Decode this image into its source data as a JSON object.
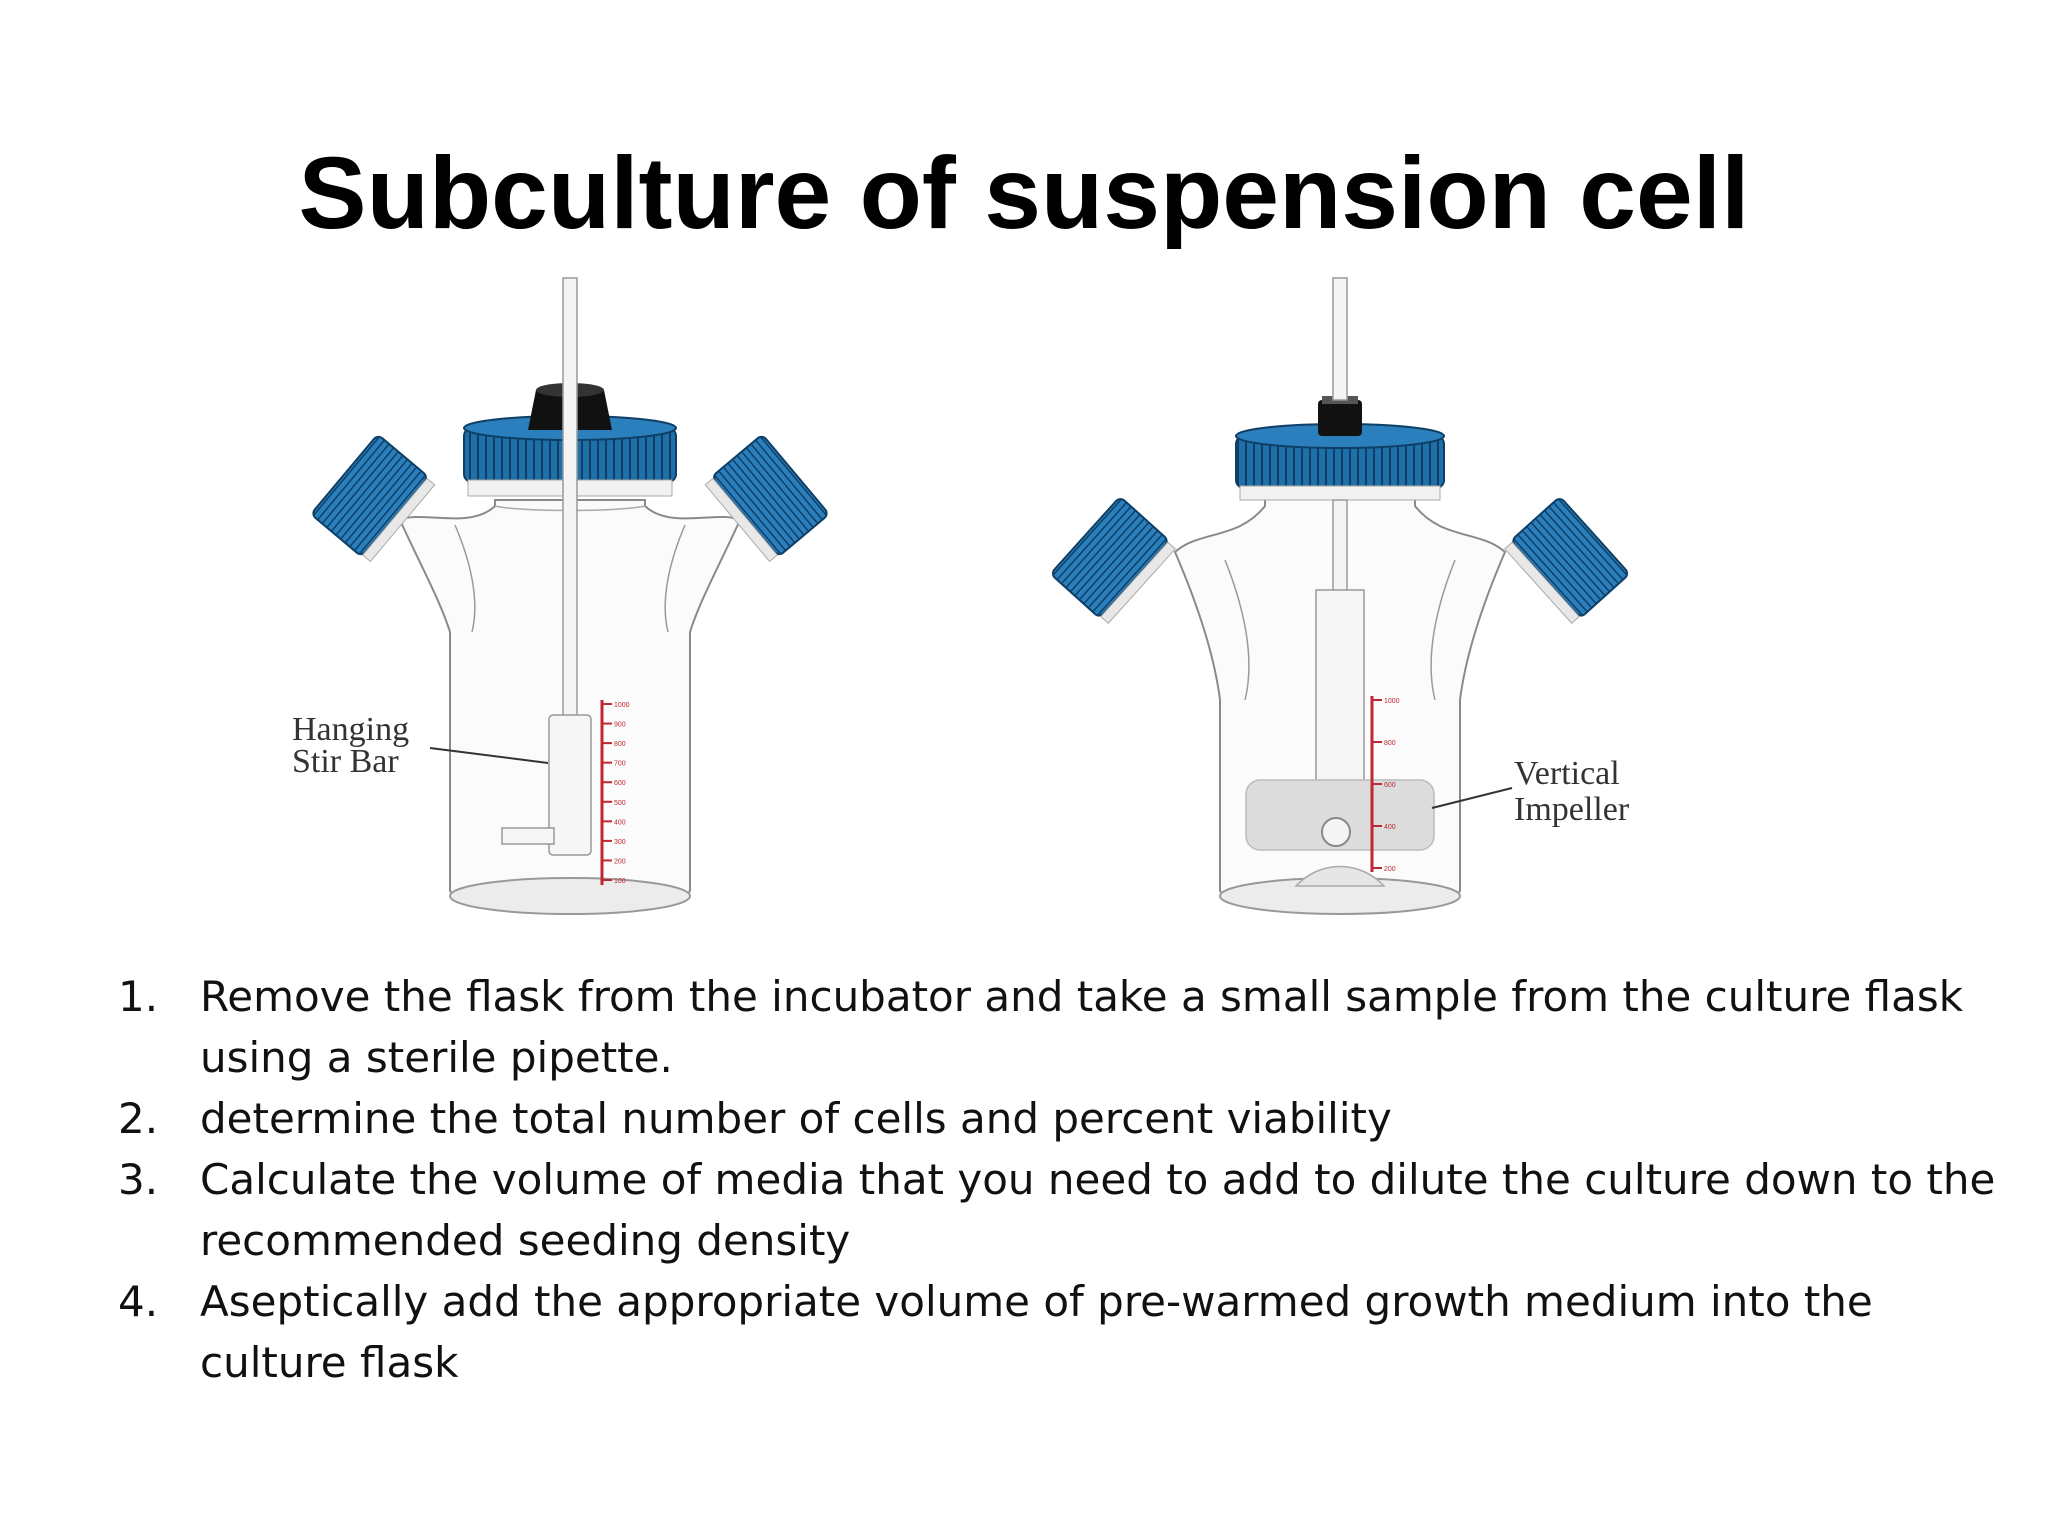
{
  "slide": {
    "title": "Subculture of suspension cell"
  },
  "figure": {
    "left_flask": {
      "label_line1": "Hanging",
      "label_line2": "Stir Bar",
      "scale_ticks": [
        "1000",
        "900",
        "800",
        "700",
        "600",
        "500",
        "400",
        "300",
        "200",
        "100"
      ]
    },
    "right_flask": {
      "label_line1": "Vertical",
      "label_line2": "Impeller",
      "scale_ticks": [
        "1000",
        "800",
        "600",
        "400",
        "200"
      ]
    },
    "colors": {
      "cap_blue": "#1f6fa8",
      "cap_dark": "#0e3f66",
      "scale_red": "#c0282f",
      "glass_outline": "#8a8a8a"
    }
  },
  "steps": [
    {
      "number": "1.",
      "text": "Remove the flask from the incubator and take a small sample from the culture flask using a sterile pipette."
    },
    {
      "number": "2.",
      "text": "determine the total number of cells and percent viability"
    },
    {
      "number": "3.",
      "text": "Calculate the volume of media that you need to add to dilute the culture down to the recommended seeding density"
    },
    {
      "number": "4.",
      "text": "Aseptically add the appropriate volume of pre-warmed growth medium into the culture flask"
    }
  ]
}
